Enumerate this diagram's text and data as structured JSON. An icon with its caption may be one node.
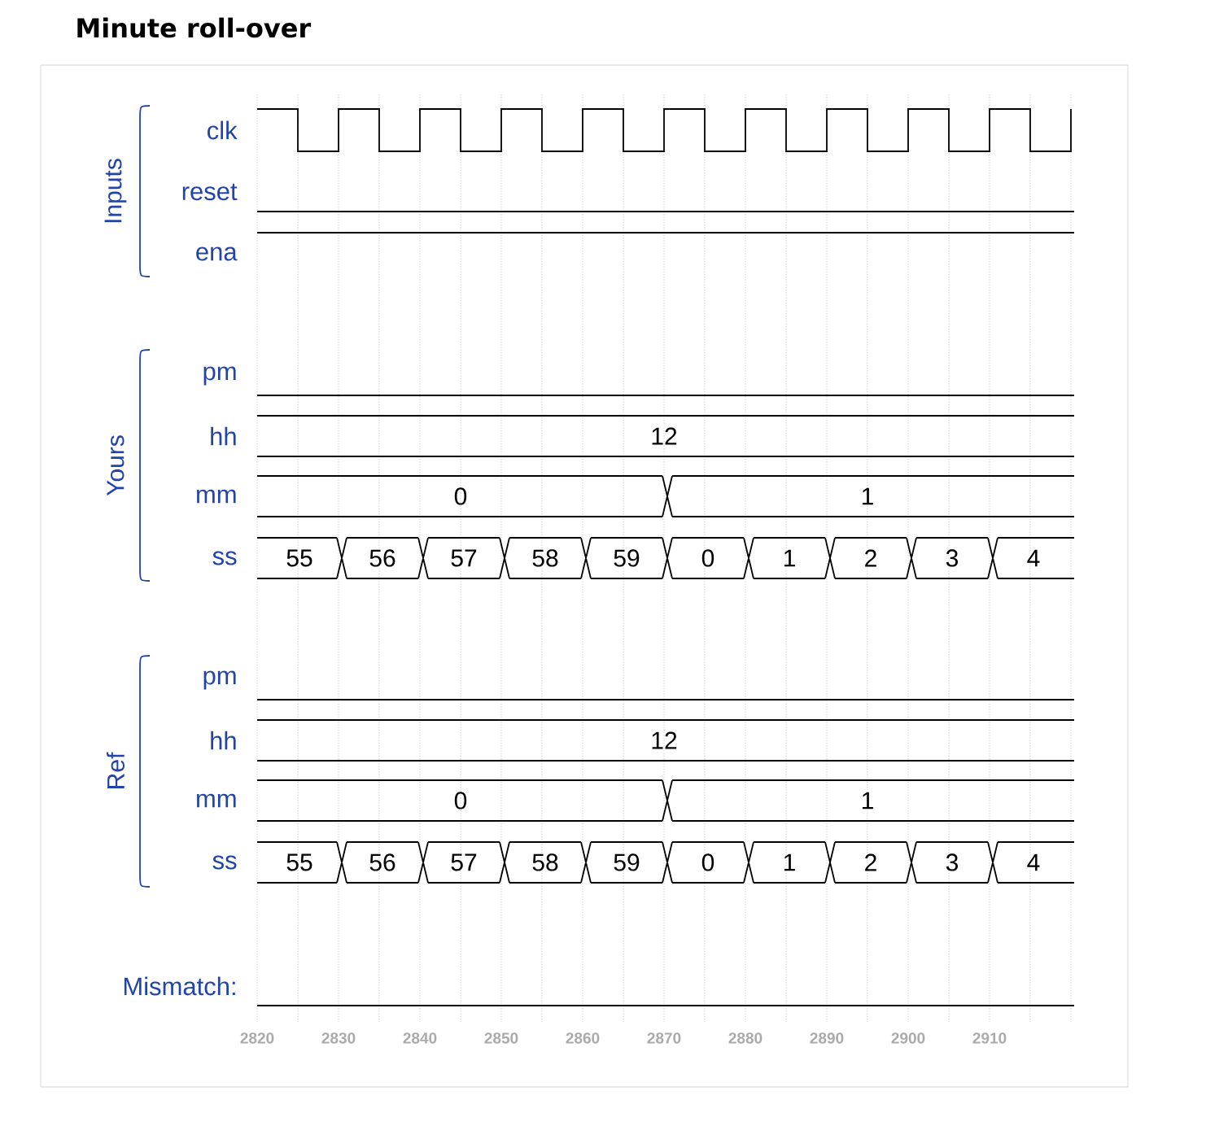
{
  "diagram": {
    "title": "Minute roll-over",
    "labels": [
      "Inputs",
      "clk",
      "reset",
      "ena",
      "Yours",
      "pm",
      "hh",
      "12",
      "mm",
      "0",
      "1",
      "ss",
      "55",
      "56",
      "57",
      "58",
      "59",
      "0",
      "1",
      "2",
      "3",
      "4",
      "Ref",
      "pm",
      "hh",
      "12",
      "mm",
      "0",
      "1",
      "ss",
      "55",
      "56",
      "57",
      "58",
      "59",
      "0",
      "1",
      "2",
      "3",
      "4",
      "Mismatch:",
      "2820",
      "2830",
      "2840",
      "2850",
      "2860",
      "2870",
      "2880",
      "2890",
      "2900",
      "2910"
    ]
  }
}
